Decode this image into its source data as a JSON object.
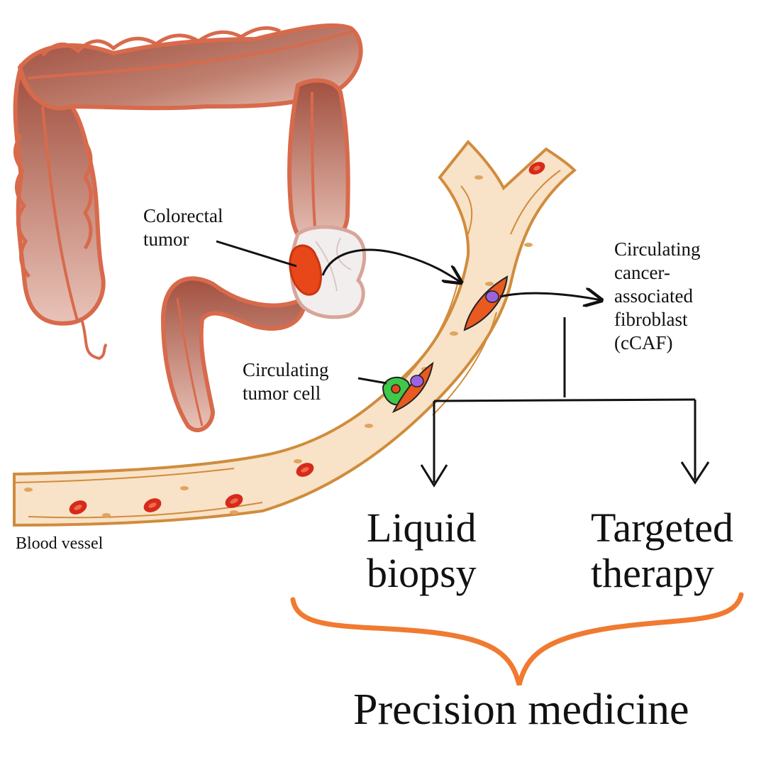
{
  "labels": {
    "colorectal_tumor": "Colorectal\ntumor",
    "circulating_tumor_cell": "Circulating\ntumor cell",
    "ccaf": "Circulating\ncancer-\nassociated\nfibroblast\n(cCAF)",
    "blood_vessel": "Blood vessel",
    "liquid_biopsy": "Liquid\nbiopsy",
    "targeted_therapy": "Targeted\ntherapy",
    "precision_medicine": "Precision medicine"
  },
  "colors": {
    "colon_fill": "#b5624f",
    "colon_light": "#e3b3a6",
    "colon_outline": "#d86a4c",
    "tumor": "#e8471a",
    "vessel_fill": "#f8e2c8",
    "vessel_outline": "#d08c3c",
    "rbc": "#d62a1a",
    "ctc_green": "#3fc84a",
    "caf_orange": "#e85a20",
    "caf_nucleus": "#9a63e0",
    "brace": "#f07a30",
    "line": "#111111"
  }
}
